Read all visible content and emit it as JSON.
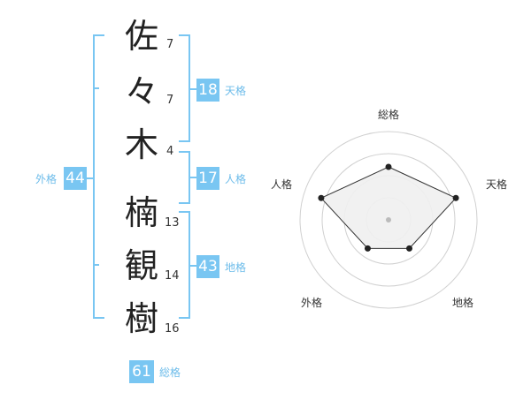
{
  "name_chars": [
    {
      "char": "佐",
      "strokes": "7"
    },
    {
      "char": "々",
      "strokes": "7"
    },
    {
      "char": "木",
      "strokes": "4"
    },
    {
      "char": "楠",
      "strokes": "13"
    },
    {
      "char": "観",
      "strokes": "14"
    },
    {
      "char": "樹",
      "strokes": "16"
    }
  ],
  "kaku": {
    "tenkaku": {
      "label": "天格",
      "value": "18"
    },
    "jinkaku": {
      "label": "人格",
      "value": "17"
    },
    "chikaku": {
      "label": "地格",
      "value": "43"
    },
    "gaikaku": {
      "label": "外格",
      "value": "44"
    },
    "soukaku": {
      "label": "総格",
      "value": "61"
    }
  },
  "bracket_color": "#79c6f2",
  "radar": {
    "axes": [
      "総格",
      "天格",
      "地格",
      "外格",
      "人格"
    ],
    "levels": 5,
    "values": [
      3,
      4,
      2,
      2,
      4
    ],
    "fill_color": "#f0f0f0",
    "line_color": "#333333",
    "grid_color": "#d0d0d0"
  }
}
